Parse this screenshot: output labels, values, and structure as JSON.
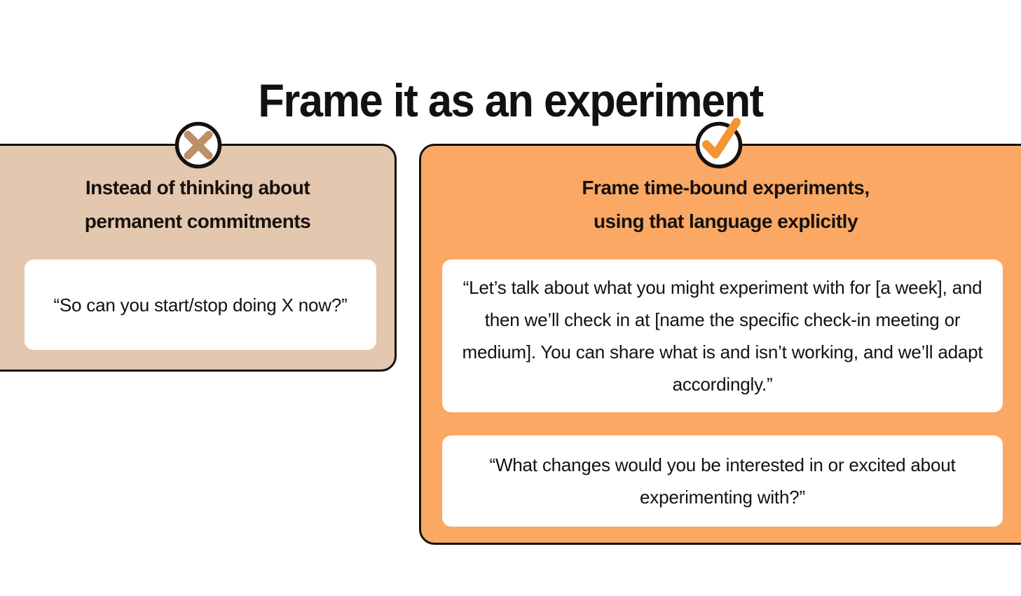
{
  "page": {
    "title": "Frame it as an experiment",
    "background": "#FFFFFF",
    "text_color": "#15110E"
  },
  "colors": {
    "negative_card_bg": "#E3C7AE",
    "positive_card_bg": "#FAA864",
    "cross_icon": "#BC8F68",
    "check_icon": "#F59433",
    "quote_box_bg": "#FFFFFF",
    "border": "#15110E"
  },
  "cards": [
    {
      "id": "negative",
      "badge_icon": "cross-icon",
      "heading_line_1": "Instead of thinking about",
      "heading_line_2": "permanent commitments",
      "quotes": [
        "“So can you start/stop doing X now?”"
      ]
    },
    {
      "id": "positive",
      "badge_icon": "check-icon",
      "heading_line_1": "Frame time-bound experiments,",
      "heading_line_2": "using that language explicitly",
      "quotes": [
        "“Let’s talk about what you might experiment with for [a week], and then we’ll check in at [name the specific check-in meeting or medium]. You can share what is and isn’t working, and we’ll adapt accordingly.”",
        "“What changes would you be interested in or excited about experimenting with?”"
      ]
    }
  ]
}
